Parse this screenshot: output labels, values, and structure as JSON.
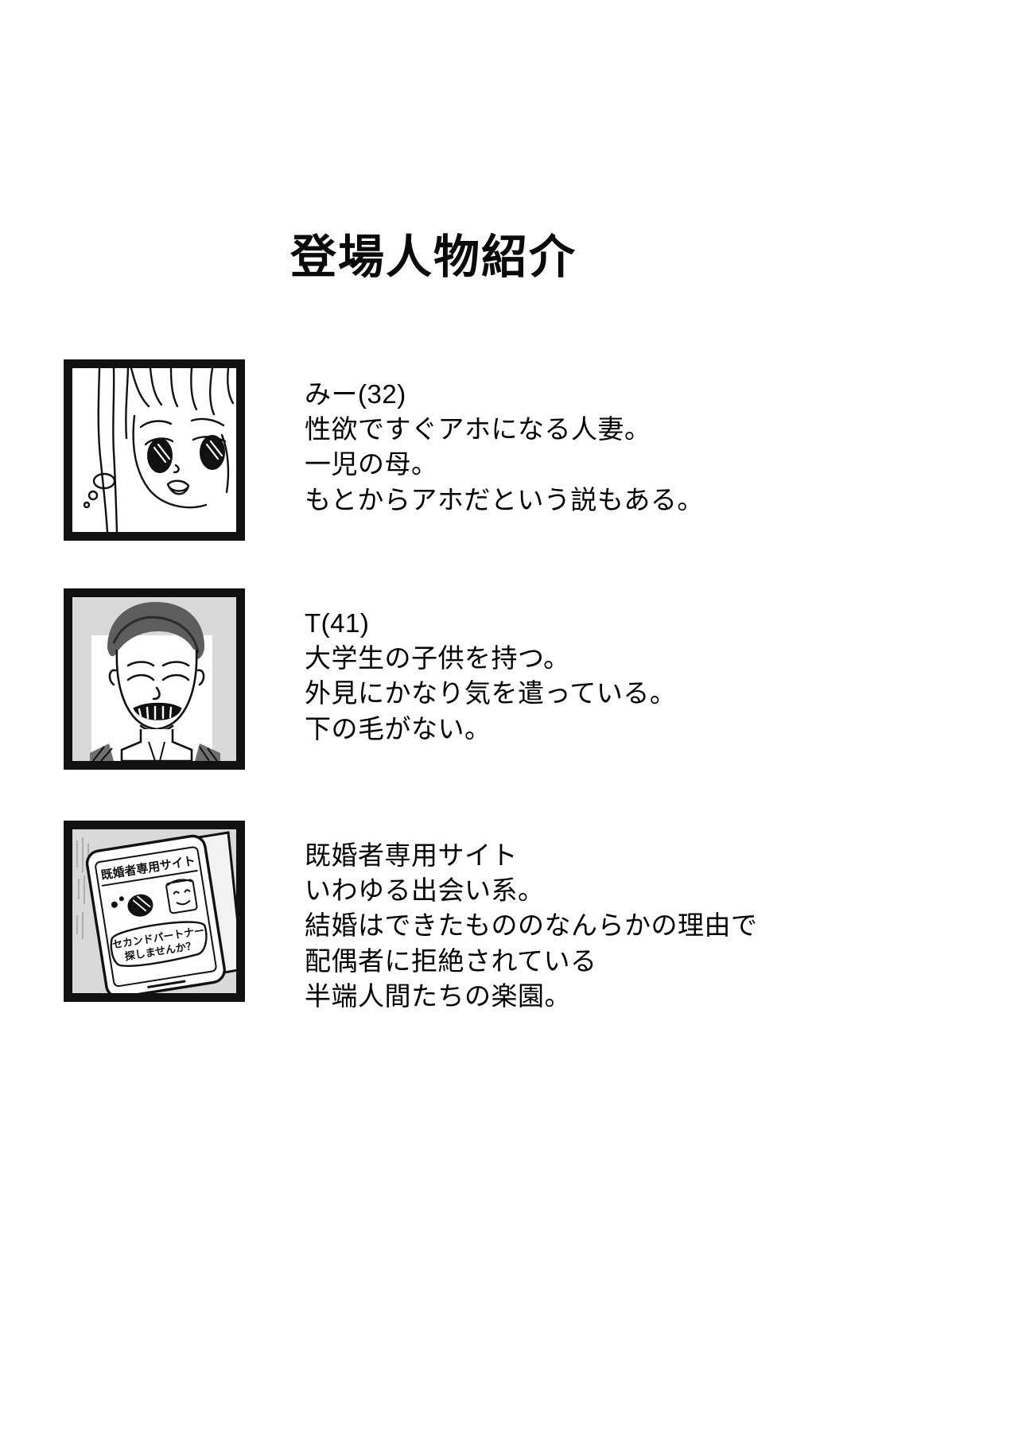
{
  "page": {
    "title": "登場人物紹介",
    "background_color": "#ffffff",
    "text_color": "#000000",
    "frame_color": "#111111"
  },
  "entries": [
    {
      "name": "みー(32)",
      "thumbnail_name": "mee-portrait-thumbnail",
      "thumbnail_description": "みーの顔のイラスト",
      "lines": [
        "性欲ですぐアホになる人妻。",
        "一児の母。",
        "もとからアホだという説もある。"
      ]
    },
    {
      "name": "T(41)",
      "thumbnail_name": "t-portrait-thumbnail",
      "thumbnail_description": "Tの顔のイラスト",
      "lines": [
        "大学生の子供を持つ。",
        "外見にかなり気を遣っている。",
        "下の毛がない。"
      ]
    },
    {
      "name": "既婚者専用サイト",
      "thumbnail_name": "dating-site-phone-thumbnail",
      "thumbnail_description": "スマートフォンのイラスト",
      "thumbnail_texts": {
        "header": "既婚者専用サイト",
        "banner_line1": "セカンドパートナー",
        "banner_line2": "探しませんか？"
      },
      "lines": [
        "いわゆる出会い系。",
        "結婚はできたもののなんらかの理由で",
        "配偶者に拒絶されている",
        "半端人間たちの楽園。"
      ]
    }
  ]
}
